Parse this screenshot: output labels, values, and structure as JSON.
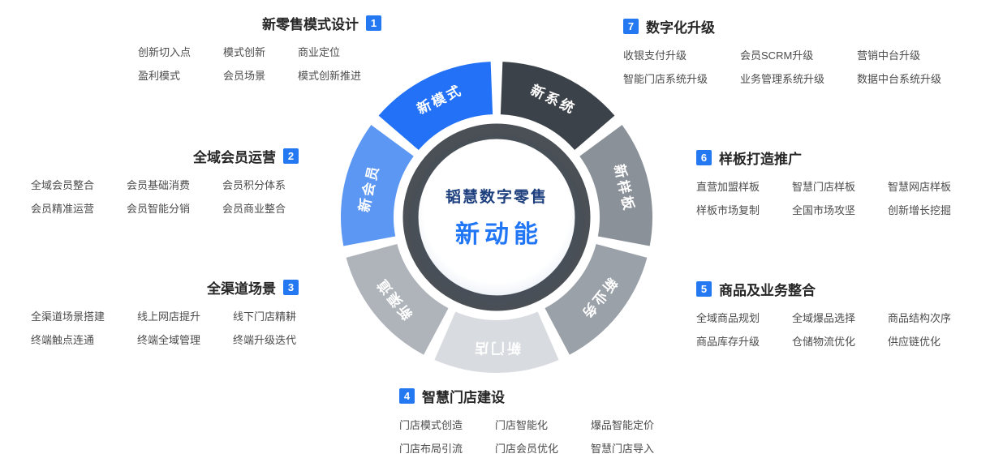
{
  "badge_color": "#2478f2",
  "wheel": {
    "ring_color": "#4a5056",
    "label_color": "#ffffff",
    "center": {
      "title": "韬慧数字零售",
      "subtitle": "新动能",
      "title_color": "#1d3f7d",
      "subtitle_color": "#2176f5"
    },
    "segments": [
      {
        "label": "新系统",
        "color": "#3c4249"
      },
      {
        "label": "新样板",
        "color": "#8b9199"
      },
      {
        "label": "新业务",
        "color": "#9ba1a9"
      },
      {
        "label": "新门店",
        "color": "#d8dbdf"
      },
      {
        "label": "新渠道",
        "color": "#aeb4ba"
      },
      {
        "label": "新会员",
        "color": "#5b97f3"
      },
      {
        "label": "新模式",
        "color": "#2271f6"
      }
    ]
  },
  "sections": [
    {
      "number": "1",
      "title": "新零售模式设计",
      "badge_side": "right",
      "items": [
        "创新切入点",
        "模式创新",
        "商业定位",
        "盈利模式",
        "会员场景",
        "模式创新推进"
      ]
    },
    {
      "number": "2",
      "title": "全域会员运营",
      "badge_side": "right",
      "items": [
        "全域会员整合",
        "会员基础消费",
        "会员积分体系",
        "会员精准运营",
        "会员智能分销",
        "会员商业整合"
      ]
    },
    {
      "number": "3",
      "title": "全渠道场景",
      "badge_side": "right",
      "items": [
        "全渠道场景搭建",
        "线上网店提升",
        "线下门店精耕",
        "终端触点连通",
        "终端全域管理",
        "终端升级迭代"
      ]
    },
    {
      "number": "4",
      "title": "智慧门店建设",
      "badge_side": "left",
      "items": [
        "门店模式创造",
        "门店智能化",
        "爆品智能定价",
        "门店布局引流",
        "门店会员优化",
        "智慧门店导入"
      ]
    },
    {
      "number": "5",
      "title": "商品及业务整合",
      "badge_side": "left",
      "items": [
        "全域商品规划",
        "全域爆品选择",
        "商品结构次序",
        "商品库存升级",
        "仓储物流优化",
        "供应链优化"
      ]
    },
    {
      "number": "6",
      "title": "样板打造推广",
      "badge_side": "left",
      "items": [
        "直营加盟样板",
        "智慧门店样板",
        "智慧网店样板",
        "样板市场复制",
        "全国市场攻坚",
        "创新增长挖掘"
      ]
    },
    {
      "number": "7",
      "title": "数字化升级",
      "badge_side": "left",
      "items": [
        "收银支付升级",
        "会员SCRM升级",
        "营销中台升级",
        "智能门店系统升级",
        "业务管理系统升级",
        "数据中台系统升级"
      ]
    }
  ]
}
